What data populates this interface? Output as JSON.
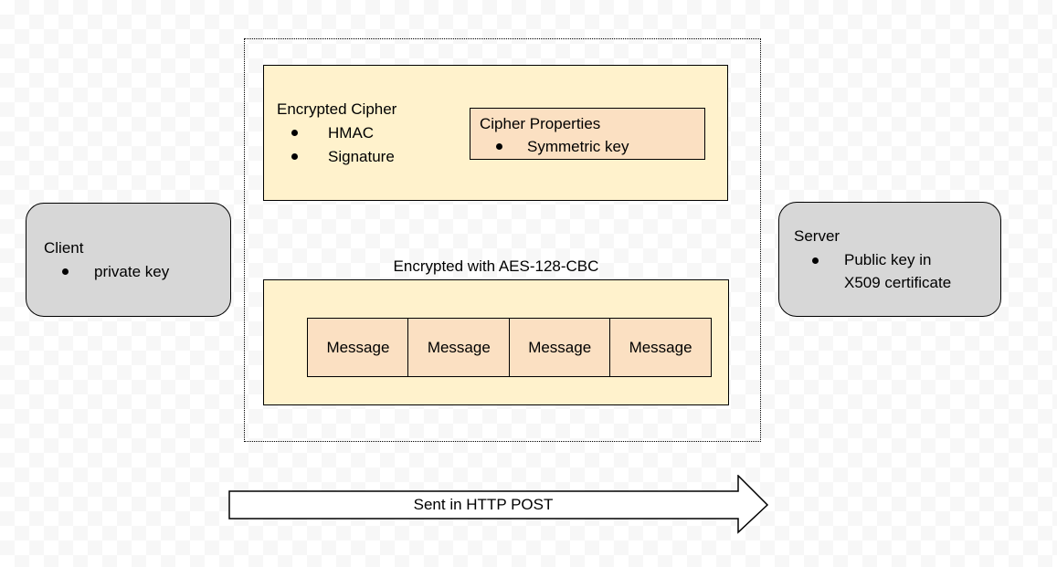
{
  "diagram": {
    "background": {
      "checker_light": "#ffffff",
      "checker_dark": "#f7f7f7"
    },
    "client_box": {
      "title": "Client",
      "bullets": [
        "private key"
      ],
      "fill": "#d7d7d7",
      "stroke": "#000000"
    },
    "server_box": {
      "title": "Server",
      "bullets": [
        "Public key in X509 certificate"
      ],
      "fill": "#d7d7d7",
      "stroke": "#000000"
    },
    "cipher_box": {
      "title": "Encrypted Cipher",
      "bullets": [
        "HMAC",
        "Signature"
      ],
      "fill": "#fff2cc",
      "stroke": "#000000"
    },
    "props_box": {
      "title": "Cipher Properties",
      "bullets": [
        "Symmetric key"
      ],
      "fill": "#fbe0c2",
      "stroke": "#000000"
    },
    "encryption_label": "Encrypted with AES-128-CBC",
    "message_box": {
      "fill": "#fff2cc",
      "cell_fill": "#fbe0c2",
      "cells": [
        "Message",
        "Message",
        "Message",
        "Message"
      ]
    },
    "arrow": {
      "label": "Sent in HTTP POST",
      "fill": "#ffffff",
      "stroke": "#000000"
    }
  }
}
